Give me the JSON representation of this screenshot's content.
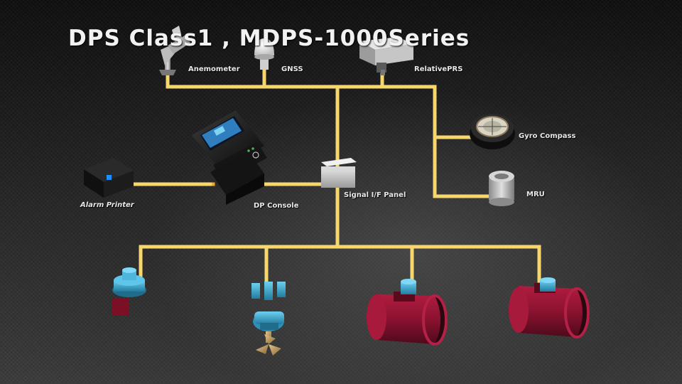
{
  "title": "DPS Class1 , MDPS-1000Series",
  "labels": {
    "anemometer": "Anemometer",
    "gnss": "GNSS",
    "relative_prs": "RelativePRS",
    "gyro_compass": "Gyro Compass",
    "mru": "MRU",
    "alarm_printer": "Alarm Printer",
    "dp_console": "DP Console",
    "signal_if_panel": "Signal I/F Panel"
  },
  "colors": {
    "cable_primary": "#f6a623",
    "cable_secondary": "#f5d76e",
    "thruster_blue": "#3aa7d1",
    "thruster_red": "#8b1230",
    "background": "#1a1a1a"
  }
}
